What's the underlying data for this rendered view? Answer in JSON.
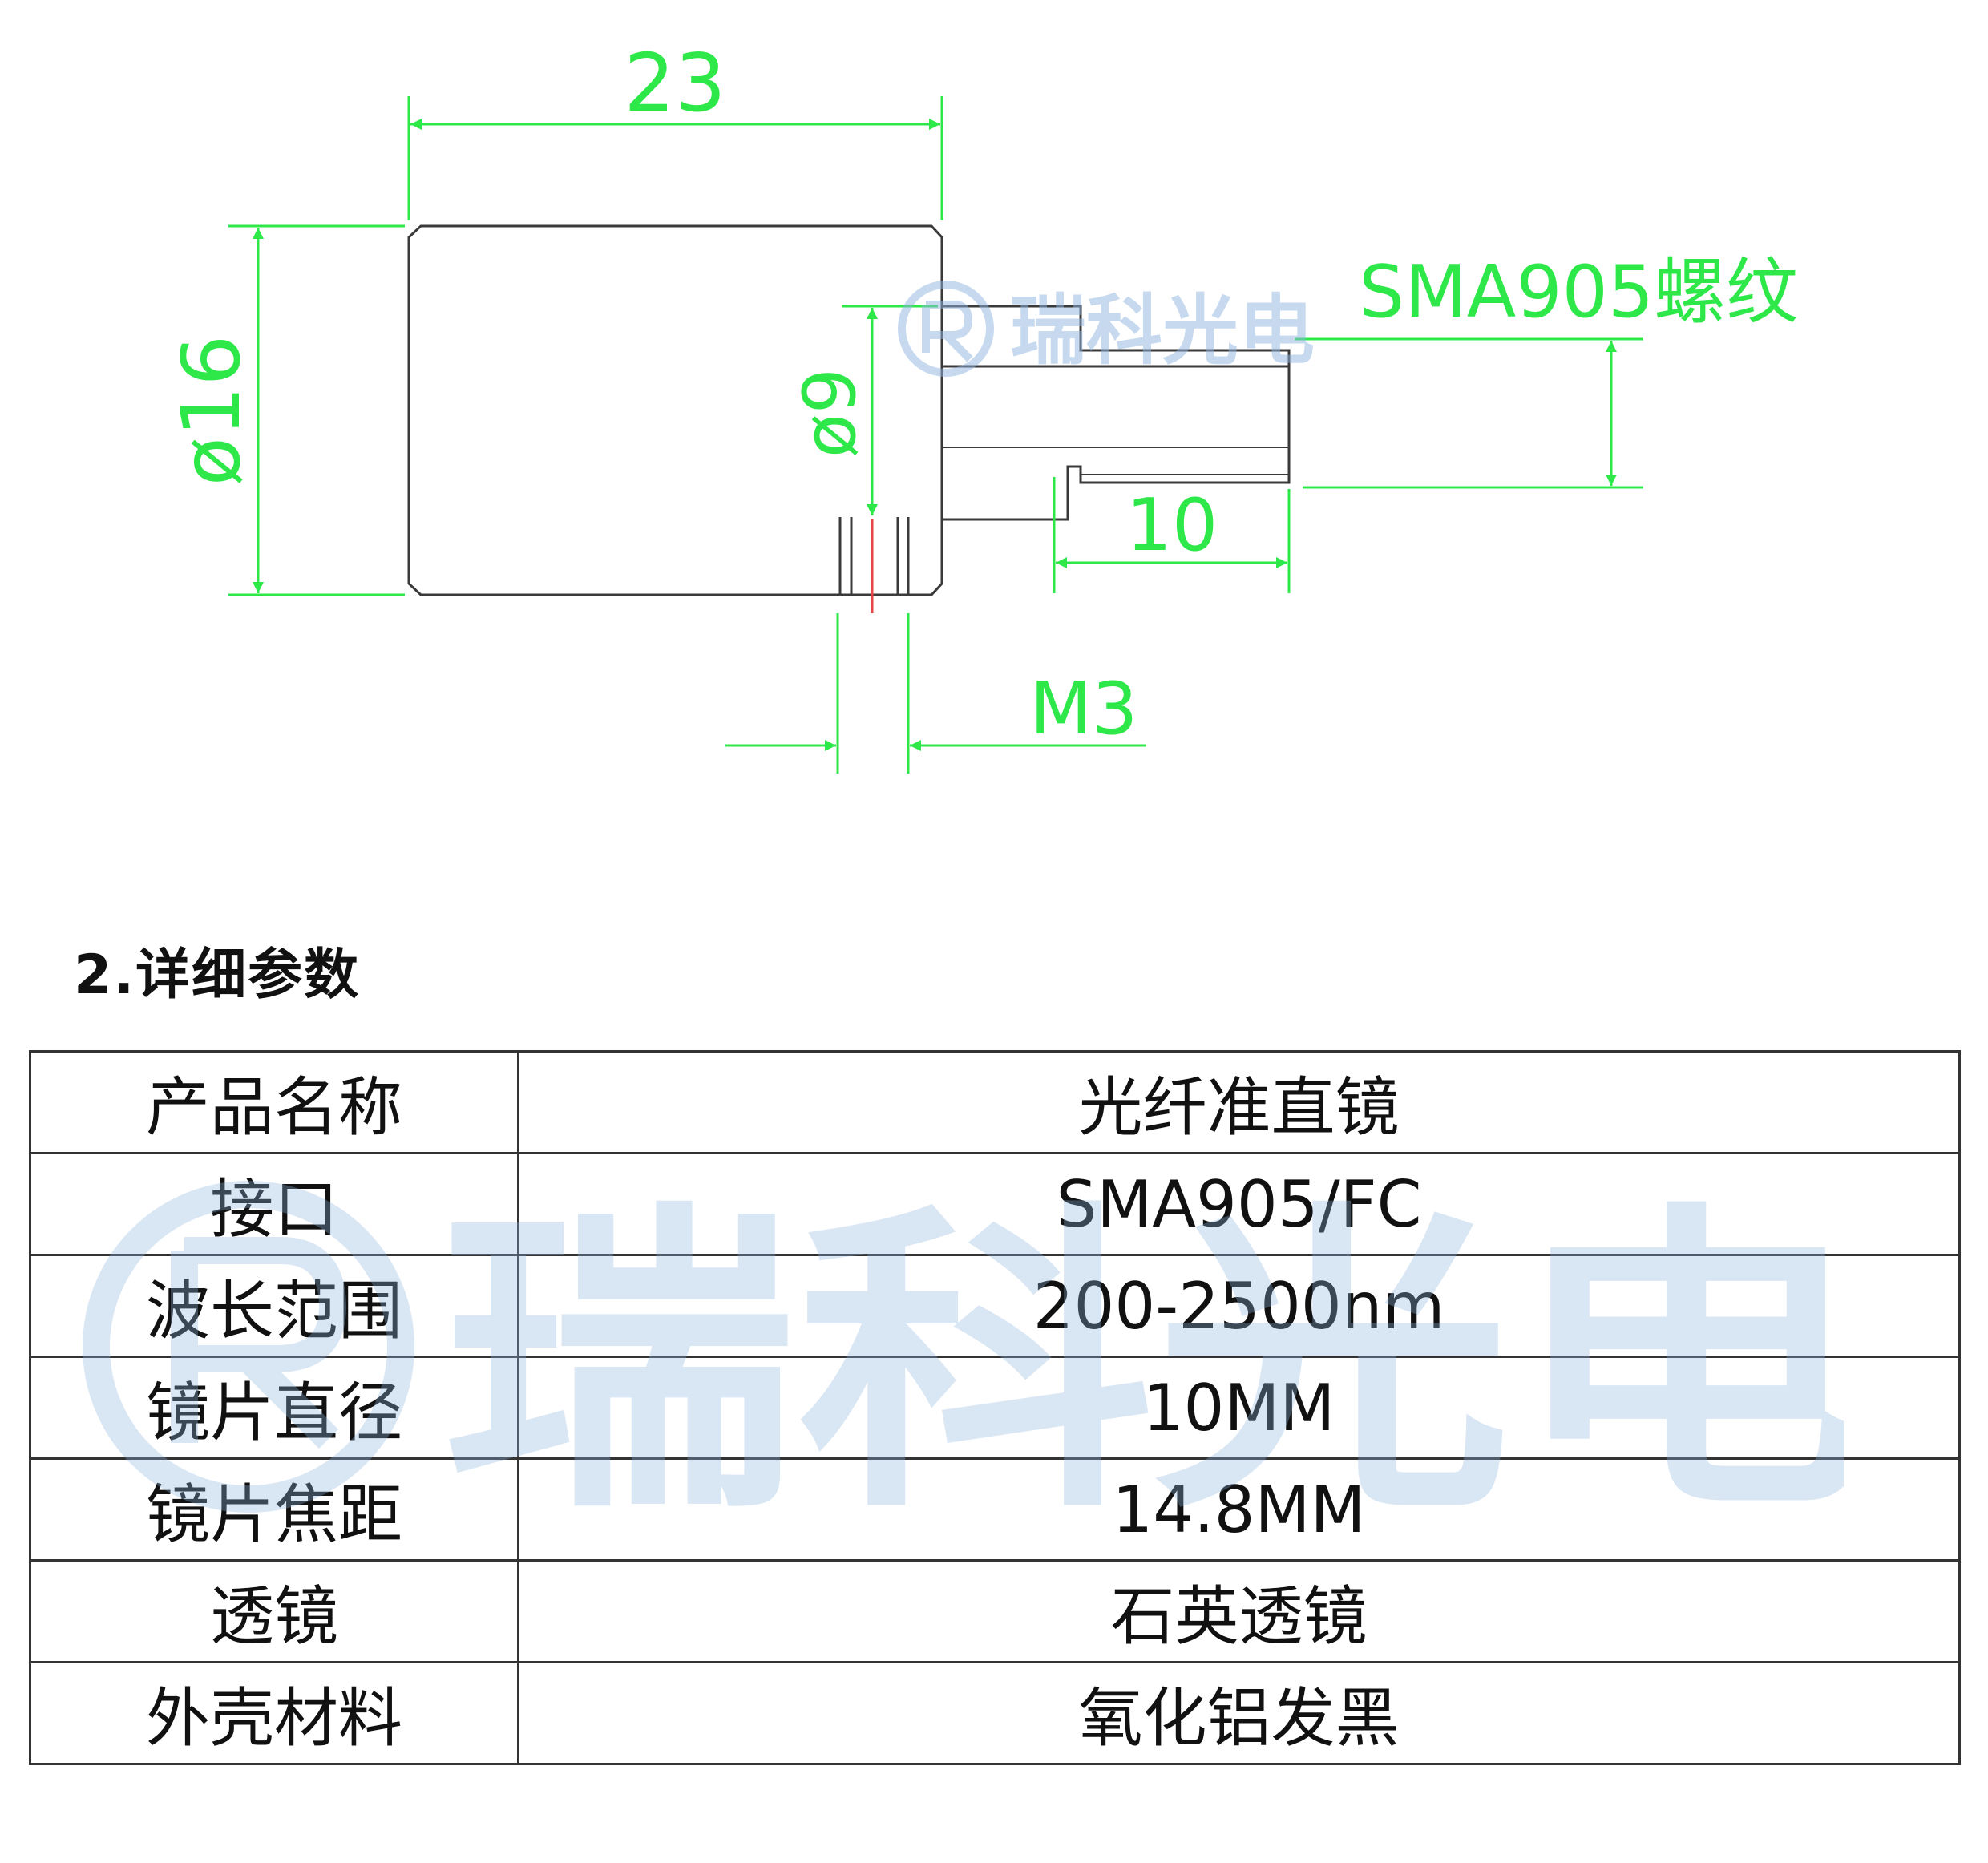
{
  "drawing": {
    "dim_length": "23",
    "dim_diameter": "ø16",
    "dim_thread_diameter": "ø9",
    "dim_thread_length": "10",
    "dim_screw": "M3",
    "thread_callout": "SMA905螺纹"
  },
  "watermark": {
    "brand": "瑞科光电"
  },
  "section": {
    "title": "2.详细参数"
  },
  "specs": {
    "rows": [
      {
        "label": "产品名称",
        "value": "光纤准直镜"
      },
      {
        "label": "接口",
        "value": "SMA905/FC"
      },
      {
        "label": "波长范围",
        "value": "200-2500nm"
      },
      {
        "label": "镜片直径",
        "value": "10MM"
      },
      {
        "label": "镜片焦距",
        "value": "14.8MM"
      },
      {
        "label": "透镜",
        "value": "石英透镜"
      },
      {
        "label": "外壳材料",
        "value": "氧化铝发黑"
      }
    ]
  },
  "colors": {
    "dimension_green": "#2ee84a",
    "outline_dark": "#3a3a3a",
    "watermark_blue": "#8fb4e0"
  }
}
